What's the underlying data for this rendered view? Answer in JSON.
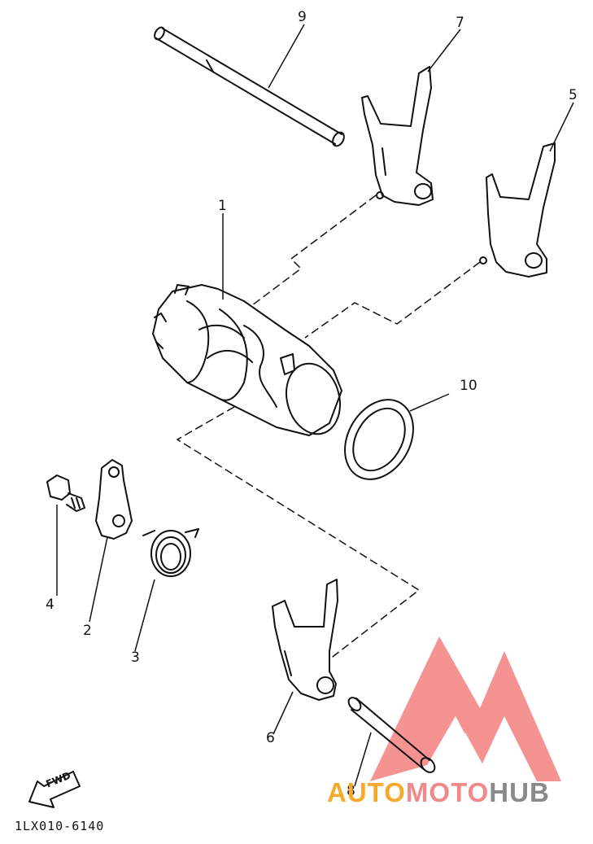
{
  "diagram": {
    "part_labels": {
      "p1": "1",
      "p2": "2",
      "p3": "3",
      "p4": "4",
      "p5": "5",
      "p6": "6",
      "p7": "7",
      "p8": "8",
      "p9": "9",
      "p10": "10"
    },
    "fwd_label": "FWD",
    "drawing_code": "1LX010-6140"
  },
  "watermark": {
    "part1": "AUTO",
    "part2": "MOTO",
    "part3": "HUB",
    "colors": {
      "auto": "#f7a92c",
      "moto": "#f08a8a",
      "hub": "#8a8a8a",
      "logo": "#f26d6d"
    }
  }
}
